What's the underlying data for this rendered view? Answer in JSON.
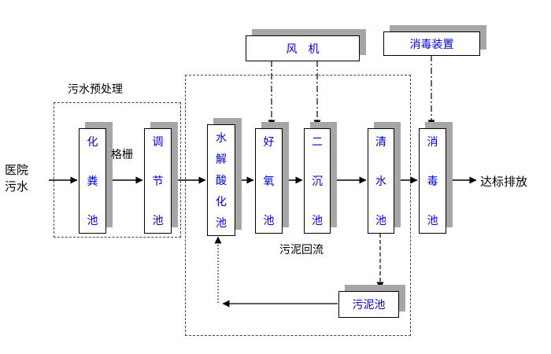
{
  "colors": {
    "box_text": "#0000cc",
    "shadow": "#a6a6a6",
    "line": "#000000"
  },
  "labels": {
    "influent": "医院\n污水",
    "effluent": "达标排放",
    "pretreatment_group": "污水预处理",
    "bar_screen": "格栅",
    "sludge_return": "污泥回流"
  },
  "equipment": {
    "blower": "风　机",
    "disinfection_device": "消毒装置"
  },
  "tanks": {
    "septic": "化粪池",
    "regulating": "调节池",
    "hydrolysis_acidification": "水解酸化池",
    "aerobic": "好氧池",
    "secondary_sedimentation": "二沉池",
    "clear_water": "清水池",
    "disinfection": "消毒池",
    "sludge": "污泥池"
  }
}
